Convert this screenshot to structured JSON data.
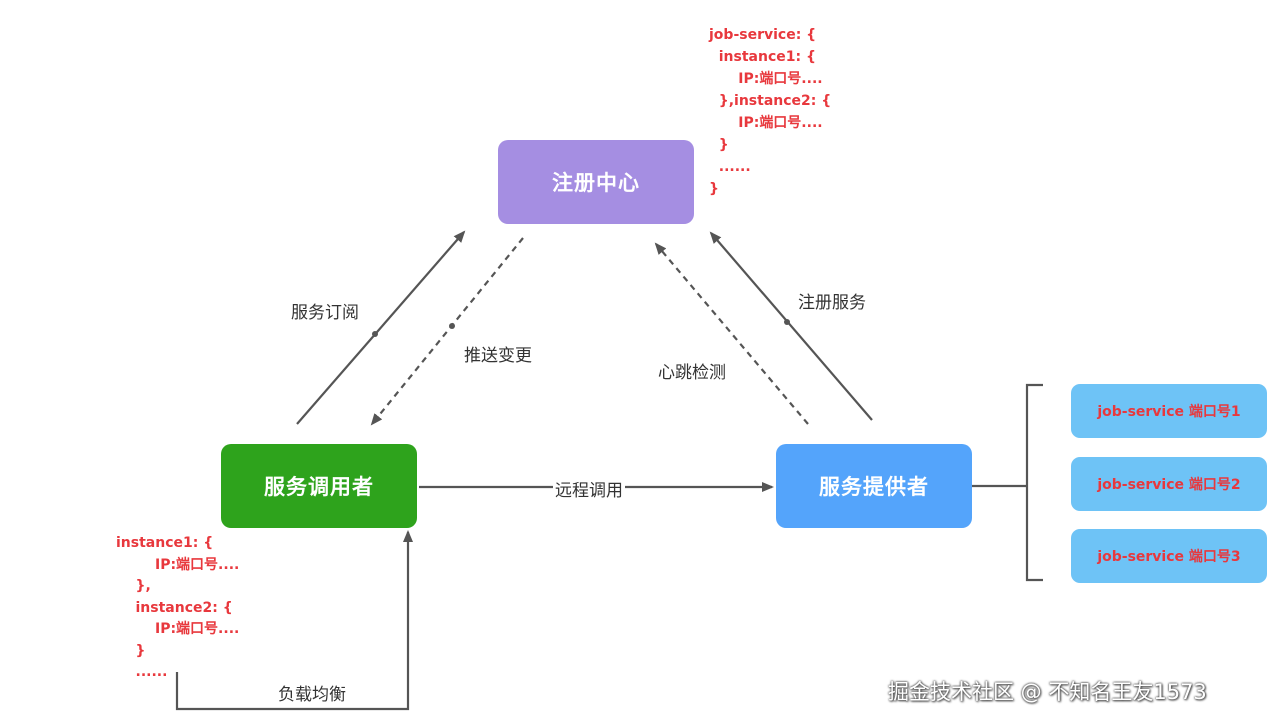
{
  "nodes": {
    "registry": "注册中心",
    "consumer": "服务调用者",
    "provider": "服务提供者"
  },
  "edges": {
    "subscribe": "服务订阅",
    "push_change": "推送变更",
    "heartbeat": "心跳检测",
    "register": "注册服务",
    "remote_call": "远程调用",
    "load_balance": "负载均衡"
  },
  "provider_instances": [
    "job-service 端口号1",
    "job-service 端口号2",
    "job-service 端口号3"
  ],
  "registry_code": "job-service: {\n  instance1: {\n      IP:端口号....\n  },instance2: {\n      IP:端口号....\n  }\n  ......\n}",
  "consumer_code": "instance1: {\n        IP:端口号....\n    },\n    instance2: {\n        IP:端口号....\n    }\n    ......",
  "watermark": "掘金技术社区 @ 不知名王友1573",
  "colors": {
    "registry": "#a58ee2",
    "consumer": "#2ea31c",
    "provider": "#54a4fb",
    "instance": "#6ec3f6",
    "code_text": "#e8383d",
    "arrow": "#555555"
  }
}
